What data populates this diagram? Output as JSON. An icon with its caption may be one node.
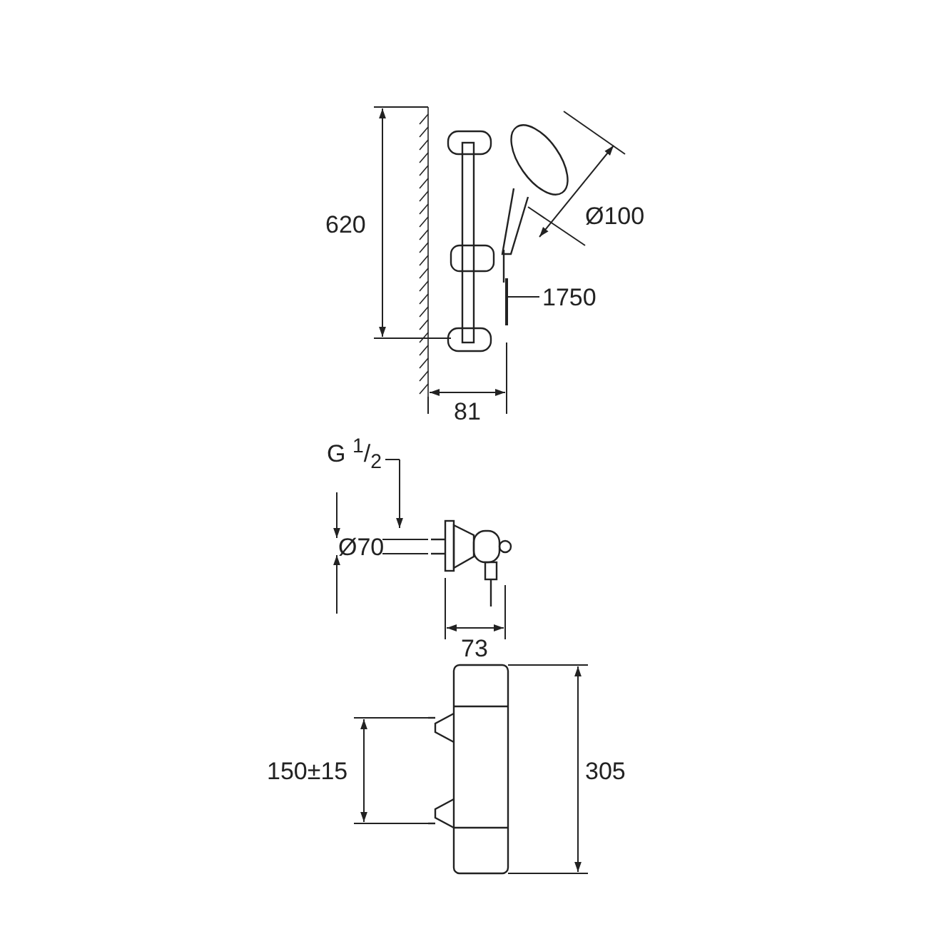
{
  "diagram": {
    "nodes": [
      {
        "text": [
          "1750"
        ]
      },
      {
        "text": [],
        "shape": "picture"
      }
    ],
    "edges": [
      {
        "from": 0,
        "to": 1,
        "arrow": "none"
      }
    ],
    "labels": [
      "620",
      "Ø100",
      "81",
      "G $^{1}$/$_{2}$",
      "Ø70",
      "73",
      "150±15",
      "305"
    ]
  }
}
